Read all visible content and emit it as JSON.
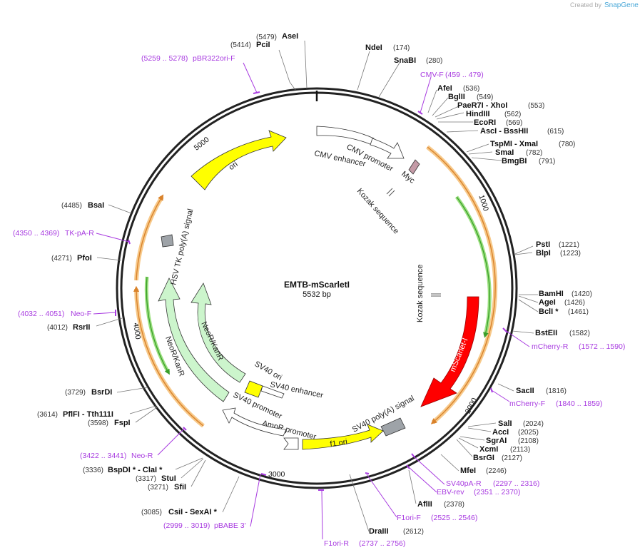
{
  "credit": {
    "created_by": "Created by",
    "brand": "SnapGene"
  },
  "plasmid": {
    "name": "EMTB-mScarletI",
    "length": "5532 bp"
  },
  "ticks": [
    {
      "label": "1000"
    },
    {
      "label": "2000"
    },
    {
      "label": "3000"
    },
    {
      "label": "4000"
    },
    {
      "label": "5000"
    }
  ],
  "sites": [
    {
      "name": "AseI",
      "pos": "(5479)"
    },
    {
      "name": "PciI",
      "pos": "(5414)"
    },
    {
      "name": "NdeI",
      "pos": "(174)"
    },
    {
      "name": "SnaBI",
      "pos": "(280)"
    },
    {
      "name": "AfeI",
      "pos": "(536)"
    },
    {
      "name": "BglII",
      "pos": "(549)"
    },
    {
      "name": "PaeR7I - XhoI",
      "pos": "(553)"
    },
    {
      "name": "HindIII",
      "pos": "(562)"
    },
    {
      "name": "EcoRI",
      "pos": "(569)"
    },
    {
      "name": "AscI - BssHII",
      "pos": "(615)"
    },
    {
      "name": "TspMI - XmaI",
      "pos": "(780)"
    },
    {
      "name": "SmaI",
      "pos": "(782)"
    },
    {
      "name": "BmgBI",
      "pos": "(791)"
    },
    {
      "name": "PstI",
      "pos": "(1221)"
    },
    {
      "name": "BlpI",
      "pos": "(1223)"
    },
    {
      "name": "BamHI",
      "pos": "(1420)"
    },
    {
      "name": "AgeI",
      "pos": "(1426)"
    },
    {
      "name": "BclI *",
      "pos": "(1461)"
    },
    {
      "name": "BstEII",
      "pos": "(1582)"
    },
    {
      "name": "SacII",
      "pos": "(1816)"
    },
    {
      "name": "SalI",
      "pos": "(2024)"
    },
    {
      "name": "AccI",
      "pos": "(2025)"
    },
    {
      "name": "SgrAI",
      "pos": "(2108)"
    },
    {
      "name": "XcmI",
      "pos": "(2113)"
    },
    {
      "name": "BsrGI",
      "pos": "(2127)"
    },
    {
      "name": "MfeI",
      "pos": "(2246)"
    },
    {
      "name": "AflII",
      "pos": "(2378)"
    },
    {
      "name": "DraIII",
      "pos": "(2612)"
    },
    {
      "name": "CsiI - SexAI *",
      "pos": "(3085)"
    },
    {
      "name": "SfiI",
      "pos": "(3271)"
    },
    {
      "name": "StuI",
      "pos": "(3317)"
    },
    {
      "name": "BspDI * - ClaI *",
      "pos": "(3336)"
    },
    {
      "name": "FspI",
      "pos": "(3598)"
    },
    {
      "name": "PflFI - Tth111I",
      "pos": "(3614)"
    },
    {
      "name": "BsrDI",
      "pos": "(3729)"
    },
    {
      "name": "RsrII",
      "pos": "(4012)"
    },
    {
      "name": "PfoI",
      "pos": "(4271)"
    },
    {
      "name": "BsaI",
      "pos": "(4485)"
    }
  ],
  "primers": [
    {
      "name": "pBR322ori-F",
      "pos": "(5259 .. 5278)"
    },
    {
      "name": "CMV-F",
      "pos": "(459 .. 479)"
    },
    {
      "name": "mCherry-R",
      "pos": "(1572 .. 1590)"
    },
    {
      "name": "mCherry-F",
      "pos": "(1840 .. 1859)"
    },
    {
      "name": "SV40pA-R",
      "pos": "(2297 .. 2316)"
    },
    {
      "name": "EBV-rev",
      "pos": "(2351 .. 2370)"
    },
    {
      "name": "F1ori-F",
      "pos": "(2525 .. 2546)"
    },
    {
      "name": "F1ori-R",
      "pos": "(2737 .. 2756)"
    },
    {
      "name": "pBABE 3'",
      "pos": "(2999 .. 3019)"
    },
    {
      "name": "Neo-R",
      "pos": "(3422 .. 3441)"
    },
    {
      "name": "Neo-F",
      "pos": "(4032 .. 4051)"
    },
    {
      "name": "TK-pA-R",
      "pos": "(4350 .. 4369)"
    }
  ],
  "features": {
    "ori": "ori",
    "cmv_enhancer": "CMV enhancer",
    "cmv_promoter": "CMV promoter",
    "myc": "Myc",
    "kozak1": "Kozak sequence",
    "kozak2": "Kozak sequence",
    "mscarlet": "mScarlet-I",
    "sv40_polya": "SV40 poly(A) signal",
    "f1_ori": "f1 ori",
    "ampr_promoter": "AmpR promoter",
    "sv40_promoter": "SV40 promoter",
    "sv40_ori": "SV40 ori",
    "sv40_enhancer": "SV40 enhancer",
    "neokanr1": "NeoR/KanR",
    "neokanr2": "NeoR/KanR",
    "hsv_tk": "HSV TK poly(A) signal"
  },
  "colors": {
    "backbone": "#222222",
    "ori": "#ffff00",
    "mscarlet": "#ff0000",
    "neo": "#ccf5cc",
    "orange_track": "#f7c98a",
    "primer": "#a83be0",
    "gray_box": "#9ea3a8"
  }
}
